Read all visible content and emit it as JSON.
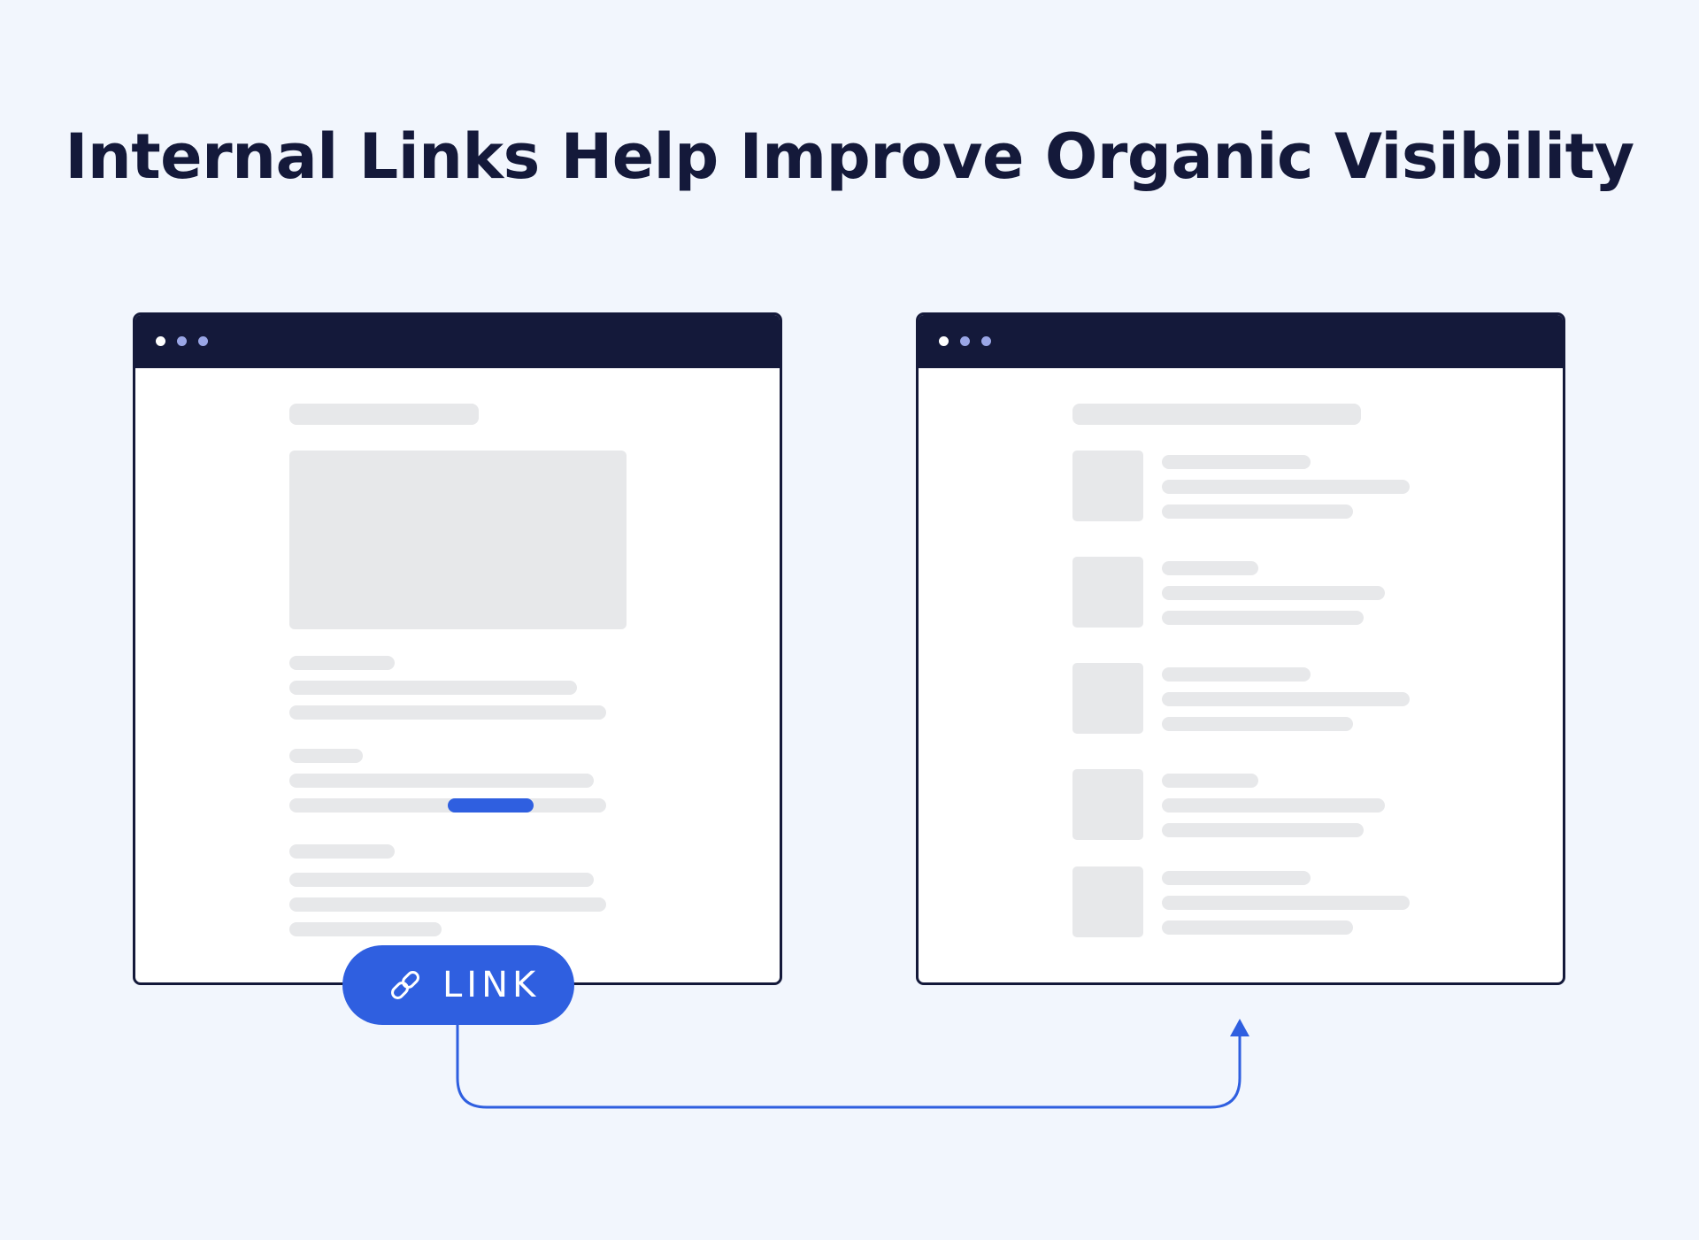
{
  "title": "Internal Links Help Improve Organic Visibility",
  "link_button": {
    "label": "LINK",
    "icon": "link-icon"
  },
  "windows": [
    {
      "name": "source-page",
      "window_controls": [
        "close-dot",
        "minimize-dot",
        "maximize-dot"
      ],
      "content": [
        "page-heading-placeholder",
        "hero-image-placeholder",
        "text-block-placeholders",
        "inline-link-highlight"
      ]
    },
    {
      "name": "destination-page",
      "window_controls": [
        "close-dot",
        "minimize-dot",
        "maximize-dot"
      ],
      "content": [
        "page-heading-placeholder",
        "list-item-placeholders"
      ]
    }
  ],
  "colors": {
    "background": "#f2f6fd",
    "navy": "#14193a",
    "accent_blue": "#2f5fe0",
    "dot_white": "#ffffff",
    "dot_lavender": "#9aa6e6",
    "skeleton_gray": "#e7e8ea"
  }
}
